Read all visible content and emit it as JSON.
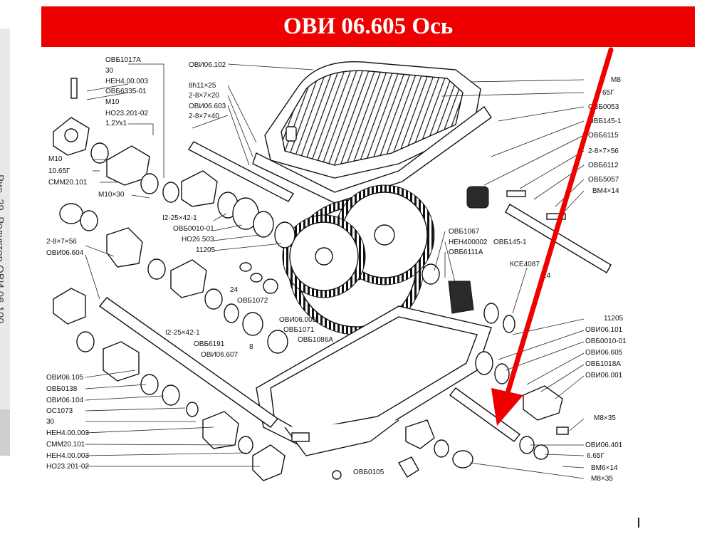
{
  "banner": {
    "title": "ОВИ 06.605 Ось"
  },
  "side_caption": "Рис. 29. Редуктор ОВИ 06.100",
  "labels_left": [
    "ОВБ1017А",
    "30",
    "НЕН4.00.003",
    "ОВБ6335-01",
    "М10",
    "НО23.201-02",
    "1,2Ух1",
    "М10",
    "10.65Г",
    "СММ20.101",
    "М10×30",
    "2-8×7×56",
    "ОВИ06.604",
    "ОВИ06.105",
    "ОВБ0138",
    "ОВИ06.104",
    "ОС1073",
    "30",
    "НЕН4.00.003",
    "СММ20.101",
    "НЕН4.00.003",
    "НО23.201-02"
  ],
  "labels_top": [
    "ОВИ06.102",
    "8h11×25",
    "2-8×7×20",
    "ОВИ06.603",
    "2-8×7×40"
  ],
  "labels_center": [
    "I2-25×42-1",
    "ОВБ0010-01",
    "НО26.503",
    "11205",
    "24",
    "ОВБ1072",
    "I2-25×42-1",
    "ОВБ6191",
    "8",
    "ОВИ06.607",
    "ОВИ06.003",
    "ОВБ1071",
    "ОВБ1086А",
    "ОВБ0105",
    "ОВБ1067",
    "НЕН400002",
    "ОВБ145-1",
    "ОВБ6111А"
  ],
  "labels_right": [
    "М8",
    "65Г",
    "ОВБ0053",
    "ОВБ145-1",
    "ОВБ6115",
    "2-8×7×56",
    "ОВБ6112",
    "ОВБ5057",
    "ВМ4×14",
    "КСЕ4087",
    "24",
    "11205",
    "ОВИ06.101",
    "ОВБ0010-01",
    "ОВИ06.605",
    "ОВБ1018А",
    "ОВИ06.001",
    "М8×35",
    "ОВИ06.401",
    "6.65Г",
    "ВМ6×14",
    "М8×35"
  ],
  "colors": {
    "banner": "#ee0000",
    "arrow": "#ee0000",
    "ink": "#111111"
  },
  "icons": {
    "arrow": "red-pointer-arrow"
  }
}
